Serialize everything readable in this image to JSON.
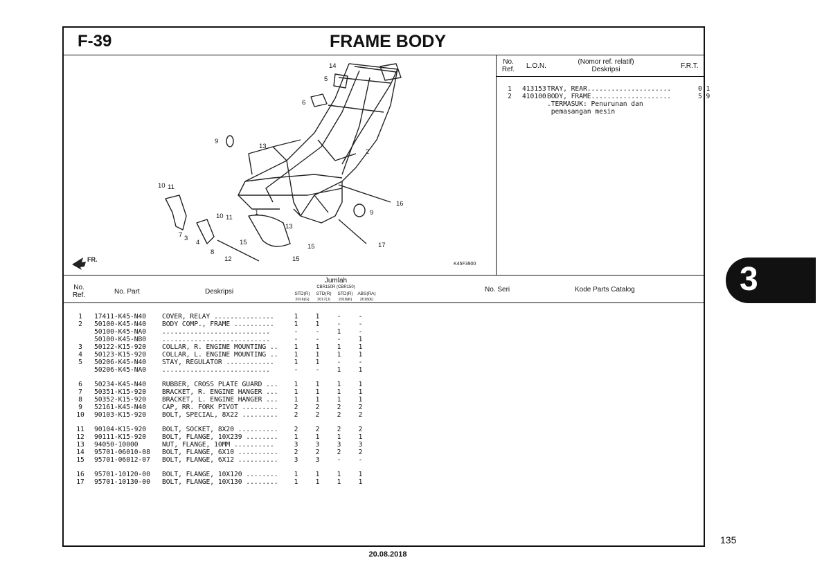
{
  "header": {
    "code": "F-39",
    "title": "FRAME BODY"
  },
  "right_table": {
    "headers": {
      "no": "No.",
      "ref": "Ref.",
      "lon": "L.O.N.",
      "nomor": "(Nomor ref. relatif)",
      "deskripsi": "Deskripsi",
      "frt": "F.R.T."
    },
    "rows": [
      {
        "ref": "1",
        "lon": "413153",
        "desc": "TRAY, REAR.....................",
        "frt": "0,1"
      },
      {
        "ref": "2",
        "lon": "410100",
        "desc": "BODY, FRAME....................",
        "frt": "5,9"
      },
      {
        "ref": "",
        "lon": "",
        "desc": ".TERMASUK: Penurunan dan",
        "frt": ""
      },
      {
        "ref": "",
        "lon": "",
        "desc": " pemasangan mesin",
        "frt": ""
      }
    ]
  },
  "diagram": {
    "code": "K45F3900",
    "fr_label": "FR.",
    "callouts": [
      "14",
      "5",
      "6",
      "9",
      "13",
      "2",
      "10",
      "11",
      "16",
      "9",
      "10",
      "11",
      "1",
      "13",
      "7",
      "3",
      "4",
      "15",
      "8",
      "15",
      "17",
      "12",
      "15"
    ]
  },
  "parts_table": {
    "headers": {
      "no": "No.",
      "ref": "Ref.",
      "no_part": "No. Part",
      "deskripsi": "Deskripsi",
      "jumlah": "Jumlah",
      "models": "CBR150R (CBR150)",
      "variants": [
        "STD(R)",
        "STD(R)",
        "STD(R)",
        "ABS(RA)"
      ],
      "years": [
        "2016(G)",
        "2017(J)",
        "2018(K)",
        "2018(K)"
      ],
      "no_seri": "No. Seri",
      "kode": "Kode Parts Catalog"
    },
    "rows": [
      {
        "ref": "1",
        "part": "17411-K45-N40",
        "desc": "COVER, RELAY ...............",
        "q": [
          "1",
          "1",
          "-",
          "-"
        ],
        "gap": false
      },
      {
        "ref": "2",
        "part": "50100-K45-N40",
        "desc": "BODY COMP., FRAME ..........",
        "q": [
          "1",
          "1",
          "-",
          "-"
        ],
        "gap": false
      },
      {
        "ref": "",
        "part": "50100-K45-NA0",
        "desc": "...........................",
        "q": [
          "-",
          "-",
          "1",
          "-"
        ],
        "gap": false
      },
      {
        "ref": "",
        "part": "50100-K45-NB0",
        "desc": "...........................",
        "q": [
          "-",
          "-",
          "-",
          "1"
        ],
        "gap": false
      },
      {
        "ref": "3",
        "part": "50122-K15-920",
        "desc": "COLLAR, R. ENGINE MOUNTING ..",
        "q": [
          "1",
          "1",
          "1",
          "1"
        ],
        "gap": false
      },
      {
        "ref": "4",
        "part": "50123-K15-920",
        "desc": "COLLAR, L. ENGINE MOUNTING ..",
        "q": [
          "1",
          "1",
          "1",
          "1"
        ],
        "gap": false
      },
      {
        "ref": "5",
        "part": "50206-K45-N40",
        "desc": "STAY, REGULATOR ............",
        "q": [
          "1",
          "1",
          "-",
          "-"
        ],
        "gap": false
      },
      {
        "ref": "",
        "part": "50206-K45-NA0",
        "desc": "...........................",
        "q": [
          "-",
          "-",
          "1",
          "1"
        ],
        "gap": false
      },
      {
        "ref": "6",
        "part": "50234-K45-N40",
        "desc": "RUBBER, CROSS PLATE GUARD ...",
        "q": [
          "1",
          "1",
          "1",
          "1"
        ],
        "gap": true
      },
      {
        "ref": "7",
        "part": "50351-K15-920",
        "desc": "BRACKET, R. ENGINE HANGER ...",
        "q": [
          "1",
          "1",
          "1",
          "1"
        ],
        "gap": false
      },
      {
        "ref": "8",
        "part": "50352-K15-920",
        "desc": "BRACKET, L. ENGINE HANGER ...",
        "q": [
          "1",
          "1",
          "1",
          "1"
        ],
        "gap": false
      },
      {
        "ref": "9",
        "part": "52161-K45-N40",
        "desc": "CAP, RR. FORK PIVOT .........",
        "q": [
          "2",
          "2",
          "2",
          "2"
        ],
        "gap": false
      },
      {
        "ref": "10",
        "part": "90103-K15-920",
        "desc": "BOLT, SPECIAL, 8X22 .........",
        "q": [
          "2",
          "2",
          "2",
          "2"
        ],
        "gap": false
      },
      {
        "ref": "11",
        "part": "90104-K15-920",
        "desc": "BOLT, SOCKET, 8X20 ..........",
        "q": [
          "2",
          "2",
          "2",
          "2"
        ],
        "gap": true
      },
      {
        "ref": "12",
        "part": "90111-K15-920",
        "desc": "BOLT, FLANGE, 10X239 ........",
        "q": [
          "1",
          "1",
          "1",
          "1"
        ],
        "gap": false
      },
      {
        "ref": "13",
        "part": "94050-10000",
        "desc": "NUT, FLANGE, 10MM ..........",
        "q": [
          "3",
          "3",
          "3",
          "3"
        ],
        "gap": false
      },
      {
        "ref": "14",
        "part": "95701-06010-08",
        "desc": "BOLT, FLANGE, 6X10 ..........",
        "q": [
          "2",
          "2",
          "2",
          "2"
        ],
        "gap": false
      },
      {
        "ref": "15",
        "part": "95701-06012-07",
        "desc": "BOLT, FLANGE, 6X12 ..........",
        "q": [
          "3",
          "3",
          "-",
          "-"
        ],
        "gap": false
      },
      {
        "ref": "16",
        "part": "95701-10120-00",
        "desc": "BOLT, FLANGE, 10X120 ........",
        "q": [
          "1",
          "1",
          "1",
          "1"
        ],
        "gap": true
      },
      {
        "ref": "17",
        "part": "95701-10130-00",
        "desc": "BOLT, FLANGE, 10X130 ........",
        "q": [
          "1",
          "1",
          "1",
          "1"
        ],
        "gap": false
      }
    ]
  },
  "side_tab": "3",
  "page_number": "135",
  "date": "20.08.2018"
}
